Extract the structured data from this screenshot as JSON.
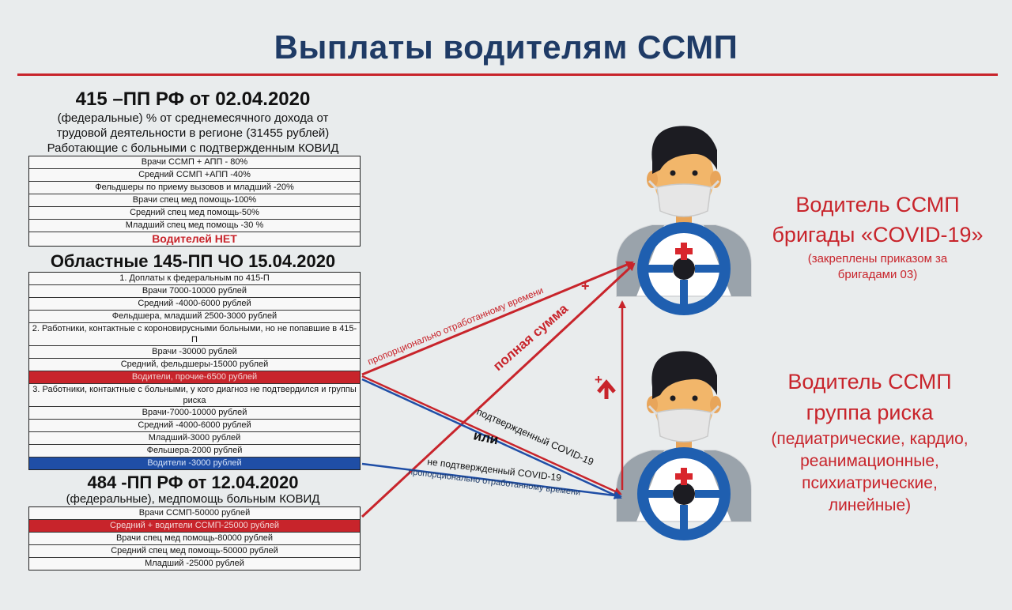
{
  "title": "Выплаты водителям ССМП",
  "colors": {
    "accent_red": "#c8242b",
    "accent_blue": "#1f4ea6",
    "title_blue": "#1f3b66"
  },
  "section1": {
    "header": "415 –ПП РФ от 02.04.2020",
    "lines": [
      "(федеральные) % от среднемесячного дохода от",
      "трудовой деятельности в регионе (31455 рублей)",
      "Работающие с больными с подтвержденным КОВИД"
    ],
    "rows": [
      "Врачи ССМП + АПП - 80%",
      "Средний ССМП +АПП -40%",
      "Фельдшеры по приему вызовов и младший  -20%",
      "Врачи спец мед помощь-100%",
      "Средний спец мед помощь-50%",
      "Младший спец мед помощь -30 %",
      "Водителей НЕТ"
    ]
  },
  "section2": {
    "header": "Областные 145-ПП ЧО 15.04.2020",
    "rows": [
      "1. Доплаты к федеральным по 415-П",
      "Врачи 7000-10000 рублей",
      "Средний -4000-6000 рублей",
      "Фельдшера, младший 2500-3000 рублей",
      "2. Работники, контактные с короновирусными больными, но не попавшие в 415-П",
      "Врачи -30000 рублей",
      "Средний, фельдшеры-15000 рублей",
      "Водители, прочие-6500 рублей",
      "3. Работники, контактные с больными, у кого диагноз не подтвердился и группы риска",
      "Врачи-7000-10000 рублей",
      "Средний -4000-6000 рублей",
      "Младший-3000 рублей",
      "Фельшера-2000 рублей",
      "Водители -3000 рублей"
    ]
  },
  "section3": {
    "header": "484 -ПП РФ от 12.04.2020",
    "line": "(федеральные), медпомощь больным КОВИД",
    "rows": [
      "Врачи ССМП-50000 рублей",
      "Средний + водители ССМП-25000 рублей",
      "Врачи спец мед помощь-80000 рублей",
      "Средний спец мед помощь-50000 рублей",
      "Младший -25000 рублей"
    ]
  },
  "arrows": {
    "prop_time": "пропорционально отработанному времени",
    "plus": "+",
    "full_sum": "полная сумма",
    "confirmed": "подтвержденный COVID-19",
    "or": "или",
    "not_confirmed": "не подтвержденный COVID-19",
    "prop_time2": "пропорционально отработанному времени",
    "plus2": "+"
  },
  "driver1": {
    "title_line1": "Водитель ССМП",
    "title_line2": "бригады «COVID-19»",
    "note_line1": "(закреплены приказом за",
    "note_line2": "бригадами 03)"
  },
  "driver2": {
    "title_line1": "Водитель ССМП",
    "title_line2": "группа риска",
    "note_lines": [
      "(педиатрические, кардио,",
      "реанимационные,",
      "психиатрические,",
      "линейные)"
    ]
  }
}
